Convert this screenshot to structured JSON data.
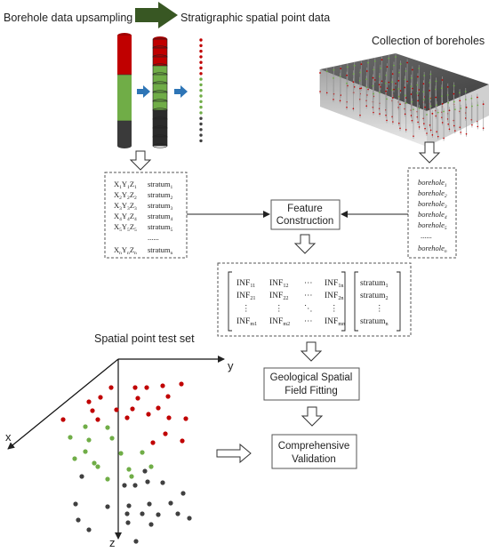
{
  "labels": {
    "upsampling": "Borehole data upsampling",
    "stratigraphic": "Stratigraphic spatial point data",
    "collection": "Collection of boreholes",
    "feature_line1": "Feature",
    "feature_line2": "Construction",
    "fitting_line1": "Geological Spatial",
    "fitting_line2": "Field Fitting",
    "validation_line1": "Comprehensive",
    "validation_line2": "Validation",
    "test_set": "Spatial point test set",
    "axis_x": "x",
    "axis_y": "y",
    "axis_z": "z"
  },
  "coord_rows": [
    {
      "xyz": [
        "X",
        "1",
        "Y",
        "1",
        "Z",
        "1"
      ],
      "stratum": "stratum",
      "sub": "1"
    },
    {
      "xyz": [
        "X",
        "2",
        "Y",
        "2",
        "Z",
        "2"
      ],
      "stratum": "stratum",
      "sub": "2"
    },
    {
      "xyz": [
        "X",
        "3",
        "Y",
        "3",
        "Z",
        "3"
      ],
      "stratum": "stratum",
      "sub": "3"
    },
    {
      "xyz": [
        "X",
        "4",
        "Y",
        "4",
        "Z",
        "4"
      ],
      "stratum": "stratum",
      "sub": "4"
    },
    {
      "xyz": [
        "X",
        "5",
        "Y",
        "5",
        "Z",
        "5"
      ],
      "stratum": "stratum",
      "sub": "5"
    }
  ],
  "coord_dots": "......",
  "coord_last": {
    "xyz": [
      "X",
      "n",
      "Y",
      "n",
      "Z",
      "n"
    ],
    "stratum": "stratum",
    "sub": "n"
  },
  "borehole_rows": [
    {
      "name": "borehole",
      "sub": "1"
    },
    {
      "name": "borehole",
      "sub": "2"
    },
    {
      "name": "borehole",
      "sub": "3"
    },
    {
      "name": "borehole",
      "sub": "4"
    },
    {
      "name": "borehole",
      "sub": "5"
    }
  ],
  "borehole_dots": "......",
  "borehole_last": {
    "name": "borehole",
    "sub": "n"
  },
  "matrix": {
    "rows": [
      [
        {
          "t": "INF",
          "s": "11"
        },
        {
          "t": "INF",
          "s": "12"
        },
        {
          "t": "⋯",
          "s": ""
        },
        {
          "t": "INF",
          "s": "1n"
        }
      ],
      [
        {
          "t": "INF",
          "s": "21"
        },
        {
          "t": "INF",
          "s": "22"
        },
        {
          "t": "⋯",
          "s": ""
        },
        {
          "t": "INF",
          "s": "2n"
        }
      ],
      [
        {
          "t": "⋮",
          "s": ""
        },
        {
          "t": "⋮",
          "s": ""
        },
        {
          "t": "⋱",
          "s": ""
        },
        {
          "t": "⋮",
          "s": ""
        }
      ],
      [
        {
          "t": "INF",
          "s": "m1"
        },
        {
          "t": "INF",
          "s": "m2"
        },
        {
          "t": "⋯",
          "s": ""
        },
        {
          "t": "INF",
          "s": "mn"
        }
      ]
    ],
    "vector": [
      {
        "t": "stratum",
        "s": "1"
      },
      {
        "t": "stratum",
        "s": "2"
      },
      {
        "t": "⋮",
        "s": ""
      },
      {
        "t": "stratum",
        "s": "n"
      }
    ]
  },
  "colors": {
    "red": "#c00000",
    "green": "#70ad47",
    "dark": "#404040",
    "big_arrow": "#385723",
    "blue_arrow": "#2e75b6",
    "box_border": "#555555"
  },
  "icons": {
    "big_arrow": "thick-right-arrow",
    "blue_arrows": "small-right-arrow",
    "flow_arrows": "hollow-block-arrow"
  }
}
